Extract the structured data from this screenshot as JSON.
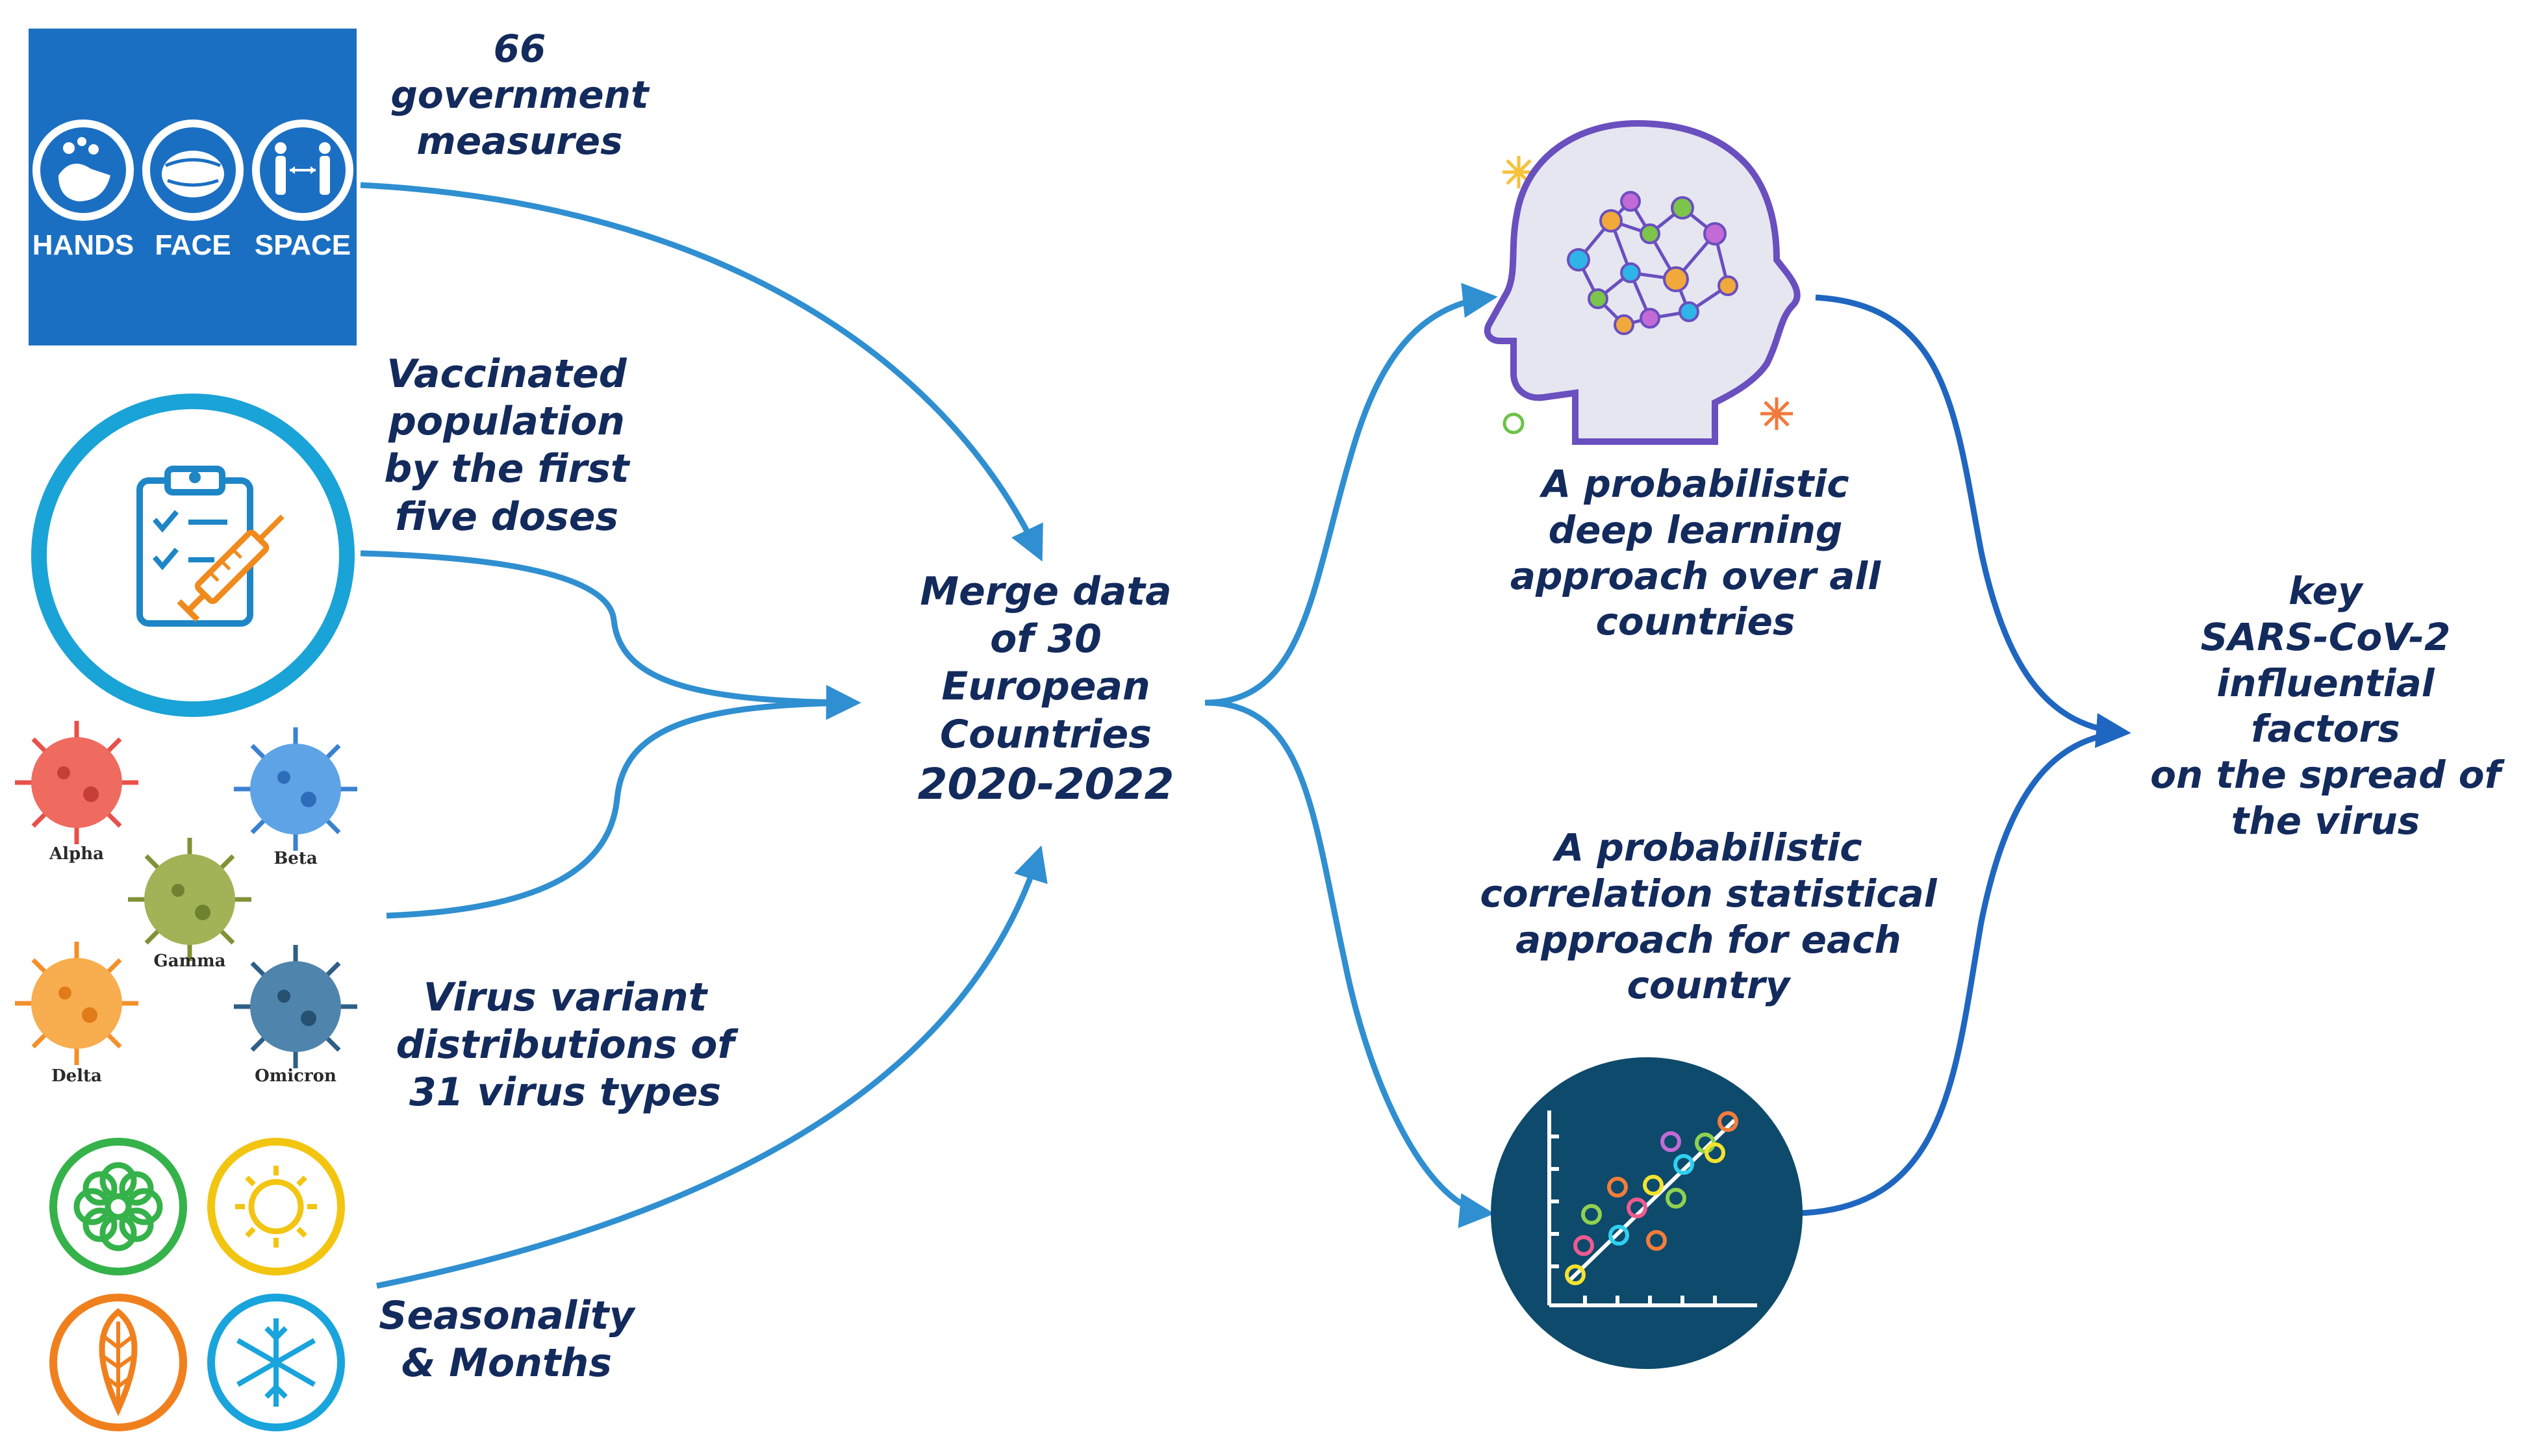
{
  "labels": {
    "government": [
      "66",
      "government",
      "measures"
    ],
    "vaccinated": [
      "Vaccinated",
      "population",
      "by the first",
      "five doses"
    ],
    "variants": [
      "Virus variant",
      "distributions of",
      "31 virus types"
    ],
    "seasonality": [
      "Seasonality",
      "& Months"
    ],
    "merge": [
      "Merge data",
      "of 30",
      "European",
      "Countries",
      "2020-2022"
    ],
    "deep_learning": [
      "A probabilistic",
      "deep learning",
      "approach over all",
      "countries"
    ],
    "correlation": [
      "A probabilistic",
      "correlation statistical",
      "approach for each",
      "country"
    ],
    "key_factors": [
      "key",
      "SARS-CoV-2",
      "influential",
      "factors",
      "on the spread of",
      "the virus"
    ]
  },
  "measures_badges": [
    "HANDS",
    "FACE",
    "SPACE"
  ],
  "variant_names": [
    "Alpha",
    "Beta",
    "Gamma",
    "Delta",
    "Omicron"
  ],
  "icons": [
    "hands-icon",
    "face-mask-icon",
    "distance-icon",
    "clipboard-syringe-icon",
    "virus-icon",
    "flower-icon",
    "sun-icon",
    "leaf-icon",
    "snowflake-icon",
    "brain-network-icon",
    "scatter-plot-icon"
  ],
  "colors": {
    "text": "#132a5c",
    "arrow": "#2f8fd0",
    "arrow_dark": "#1f66c0",
    "measures_bg": "#1b6fc2",
    "vaccine_ring": "#1aa3d6",
    "plot_bg": "#0d4a6b"
  }
}
